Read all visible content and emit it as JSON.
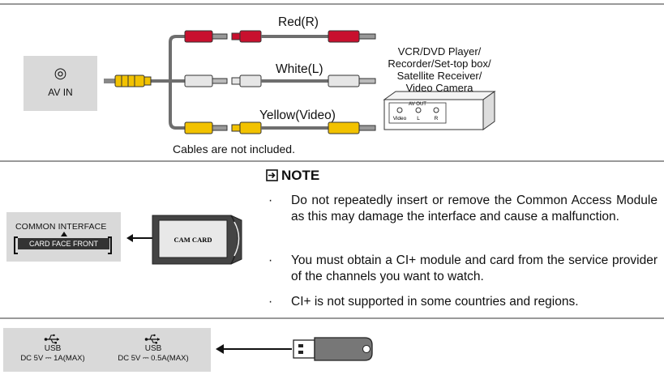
{
  "av_section": {
    "panel_icon": "av-jack-icon",
    "panel_label": "AV IN",
    "cables": [
      {
        "label": "Red(R)",
        "color": "#c8102e"
      },
      {
        "label": "White(L)",
        "color": "#e6e6e6"
      },
      {
        "label": "Yellow(Video)",
        "color": "#f2c200"
      }
    ],
    "device_lines": [
      "VCR/DVD Player/",
      "Recorder/Set-top box/",
      "Satellite Receiver/",
      "Video Camera"
    ],
    "device_panel": {
      "title": "AV OUT",
      "jacks": [
        "Video",
        "L",
        "R"
      ]
    },
    "caption": "Cables are not included."
  },
  "ci_section": {
    "panel_title": "COMMON INTERFACE",
    "panel_bar_label": "CARD FACE FRONT",
    "card_label": "CAM CARD",
    "note_heading": "NOTE",
    "note_icon": "arrow-into-box-icon",
    "notes": [
      "Do not repeatedly insert or remove the Common Access Module as this may damage the interface and cause a malfunction.",
      "You must obtain a CI+ module and card from the service provider of the channels you want to watch.",
      "CI+ is not supported in some countries and regions."
    ]
  },
  "usb_section": {
    "ports": [
      {
        "icon": "usb-icon",
        "label": "USB",
        "spec": "DC 5V ⎓ 1A(MAX)"
      },
      {
        "icon": "usb-icon",
        "label": "USB",
        "spec": "DC 5V ⎓ 0.5A(MAX)"
      }
    ],
    "device_icon": "usb-flash-drive-icon"
  },
  "colors": {
    "panel_gray": "#d9d9d9",
    "rule_gray": "#999999",
    "cable_gray": "#6e6e6e"
  }
}
